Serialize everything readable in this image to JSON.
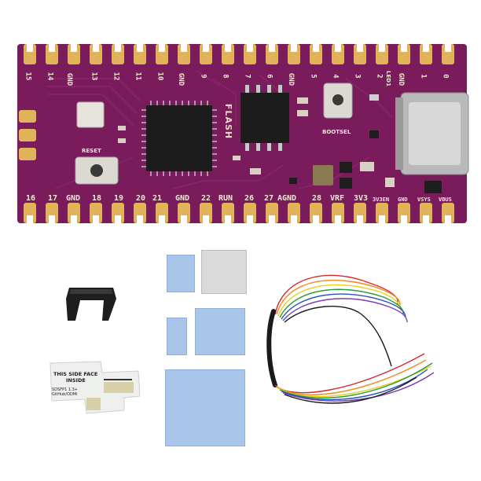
{
  "board": {
    "top_labels": [
      "15",
      "14",
      "GND",
      "13",
      "12",
      "11",
      "10",
      "GND",
      "9",
      "8",
      "7",
      "6",
      "GND",
      "5",
      "4",
      "3",
      "2",
      "GND",
      "1",
      "0"
    ],
    "bottom_labels": [
      "16",
      "17",
      "GND",
      "18",
      "19",
      "20",
      "21",
      "GND",
      "22",
      "RUN",
      "26",
      "27",
      "AGND",
      "28",
      "VRF",
      "3V3",
      "3V3EN",
      "GND",
      "VSYS",
      "VBUS"
    ],
    "chip_flash": "FLASH",
    "button_reset": "RESET",
    "button_bootsel": "BOOTSEL",
    "led_label": "LED1",
    "board_color": "#7a1b5c",
    "pad_color": "#e0b35a"
  },
  "adapter_card": {
    "text_line1": "THIS SIDE FACE",
    "text_line2": "INSIDE",
    "text_line3": "SDSFP1 1.3+",
    "text_line4": "GitHub/ODMi"
  },
  "colors": {
    "thermal_pad": "#a9c6ea",
    "wire_red": "#d9272e",
    "wire_orange": "#f08a1c",
    "wire_yellow": "#e6d21a",
    "wire_green": "#2a9d3a",
    "wire_blue": "#2a4fc0",
    "wire_purple": "#7b3fb0",
    "wire_black": "#1a1a1a"
  }
}
